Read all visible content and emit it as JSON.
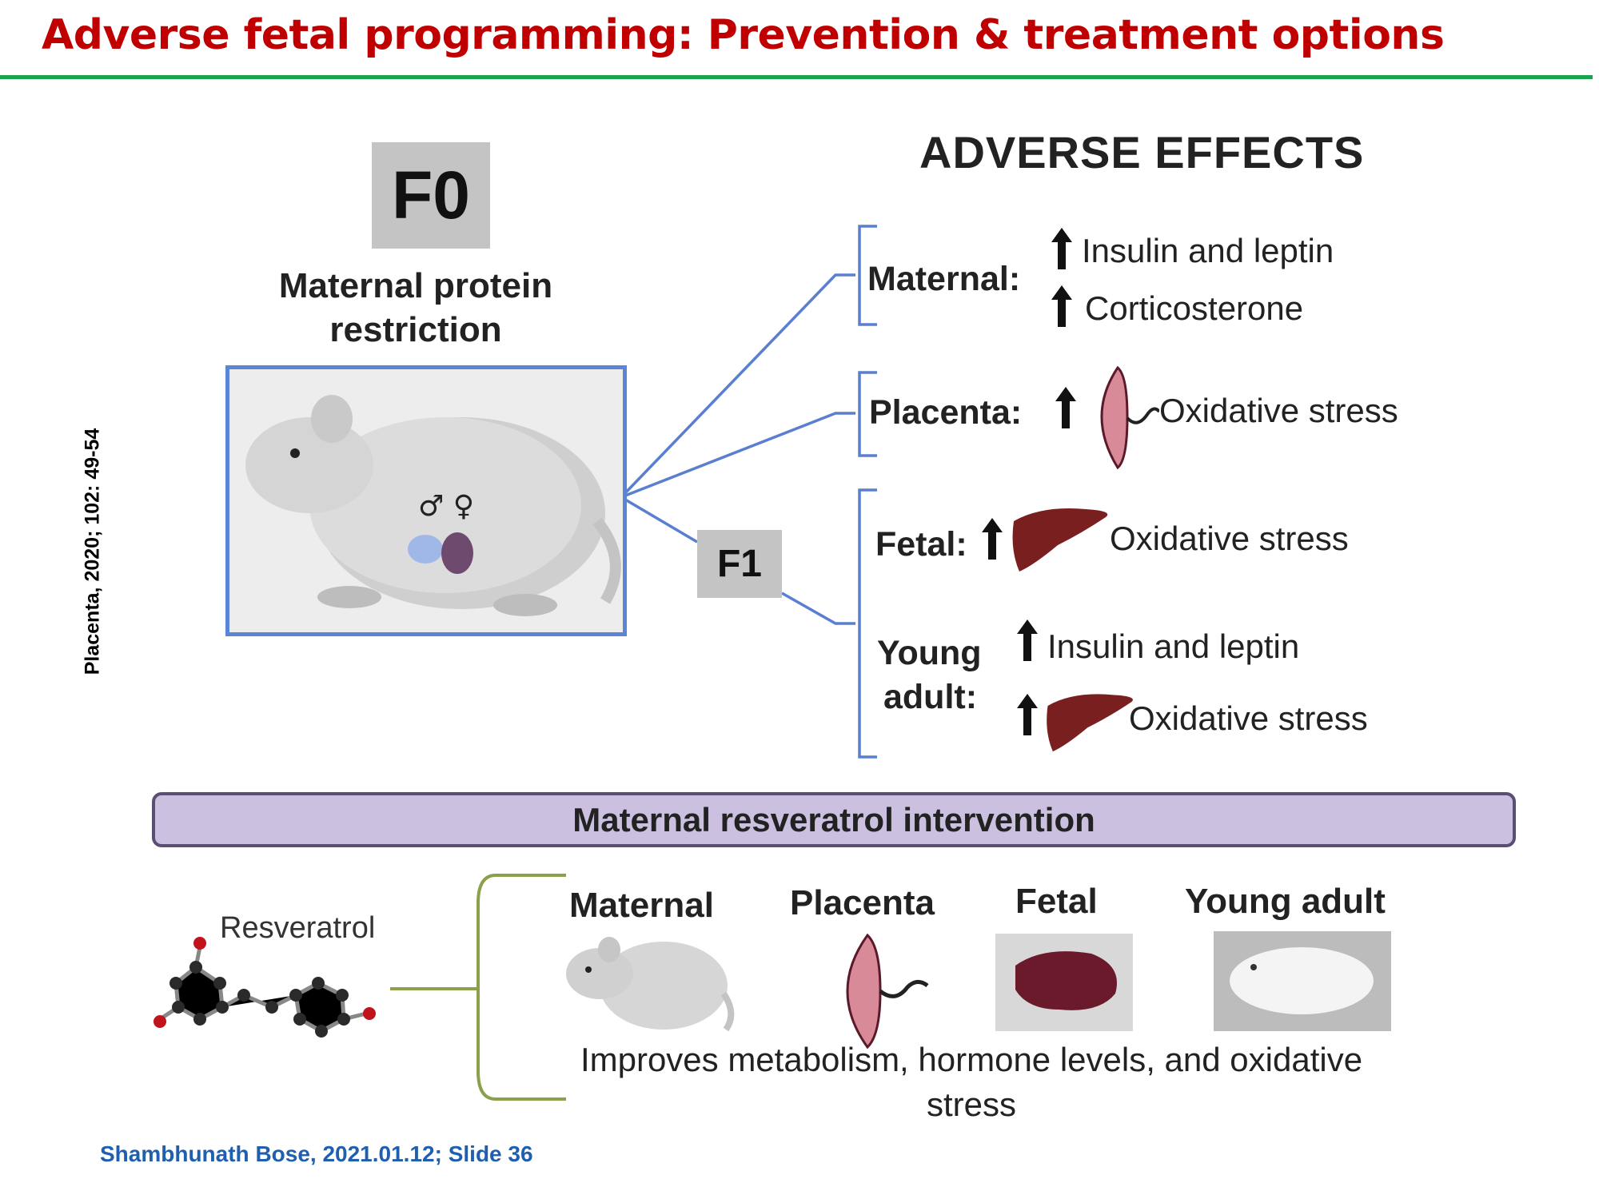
{
  "slide": {
    "title": "Adverse fetal programming: Prevention & treatment options",
    "citation": "Placenta, 2020; 102: 49-54",
    "footer": "Shambhunath Bose, 2021.01.12; Slide 36"
  },
  "diagram": {
    "f0": "F0",
    "f0_caption_line1": "Maternal protein",
    "f0_caption_line2": "restriction",
    "sex_symbols": "♂ ♀",
    "f1": "F1",
    "adverse_heading": "ADVERSE EFFECTS",
    "maternal": {
      "label": "Maternal:",
      "effect1": "Insulin and leptin",
      "effect2": "Corticosterone"
    },
    "placenta": {
      "label": "Placenta:",
      "effect": "Oxidative stress"
    },
    "fetal": {
      "label": "Fetal:",
      "effect": "Oxidative stress"
    },
    "young_adult": {
      "label_line1": "Young",
      "label_line2": "adult:",
      "effect1": "Insulin and leptin",
      "effect2": "Oxidative stress"
    },
    "intervention_bar": "Maternal resveratrol intervention",
    "resveratrol_label": "Resveratrol",
    "outcomes": {
      "maternal": "Maternal",
      "placenta": "Placenta",
      "fetal": "Fetal",
      "young_adult": "Young adult"
    },
    "improves_line1": "Improves metabolism, hormone levels, and oxidative",
    "improves_line2": "stress"
  },
  "colors": {
    "title": "#c00000",
    "title_rule": "#1aa34a",
    "connector": "#5b7fd0",
    "bracket_green": "#8aa04a",
    "intervention_bar": "#cbc0e0",
    "liver": "#7a1f1f",
    "footer": "#1f5fae"
  }
}
